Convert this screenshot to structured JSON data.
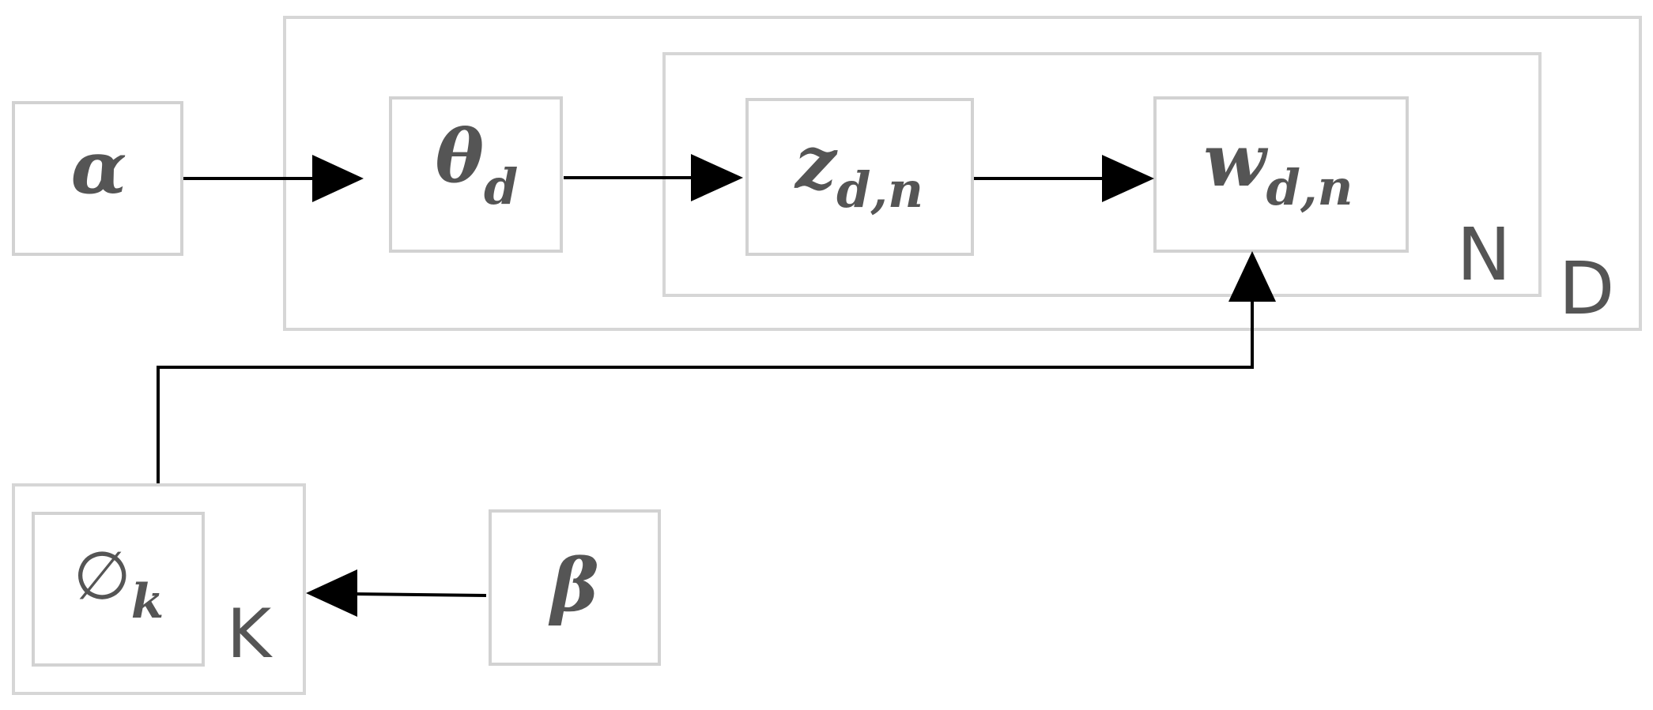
{
  "diagram": {
    "nodes": {
      "alpha": {
        "symbol": "α"
      },
      "theta": {
        "symbol": "θ",
        "subscript": "d"
      },
      "z": {
        "symbol": "z",
        "subscript": "d,n"
      },
      "w": {
        "symbol": "w",
        "subscript": "d,n"
      },
      "phi": {
        "symbol": "∅",
        "subscript": "k"
      },
      "beta": {
        "symbol": "β"
      }
    },
    "plates": {
      "outer": {
        "label": "D"
      },
      "inner": {
        "label": "N"
      },
      "topic": {
        "label": "K"
      }
    },
    "edges": [
      {
        "from": "alpha",
        "to": "theta"
      },
      {
        "from": "theta",
        "to": "z"
      },
      {
        "from": "z",
        "to": "w"
      },
      {
        "from": "phi",
        "to": "w"
      },
      {
        "from": "beta",
        "to": "phi"
      }
    ]
  }
}
